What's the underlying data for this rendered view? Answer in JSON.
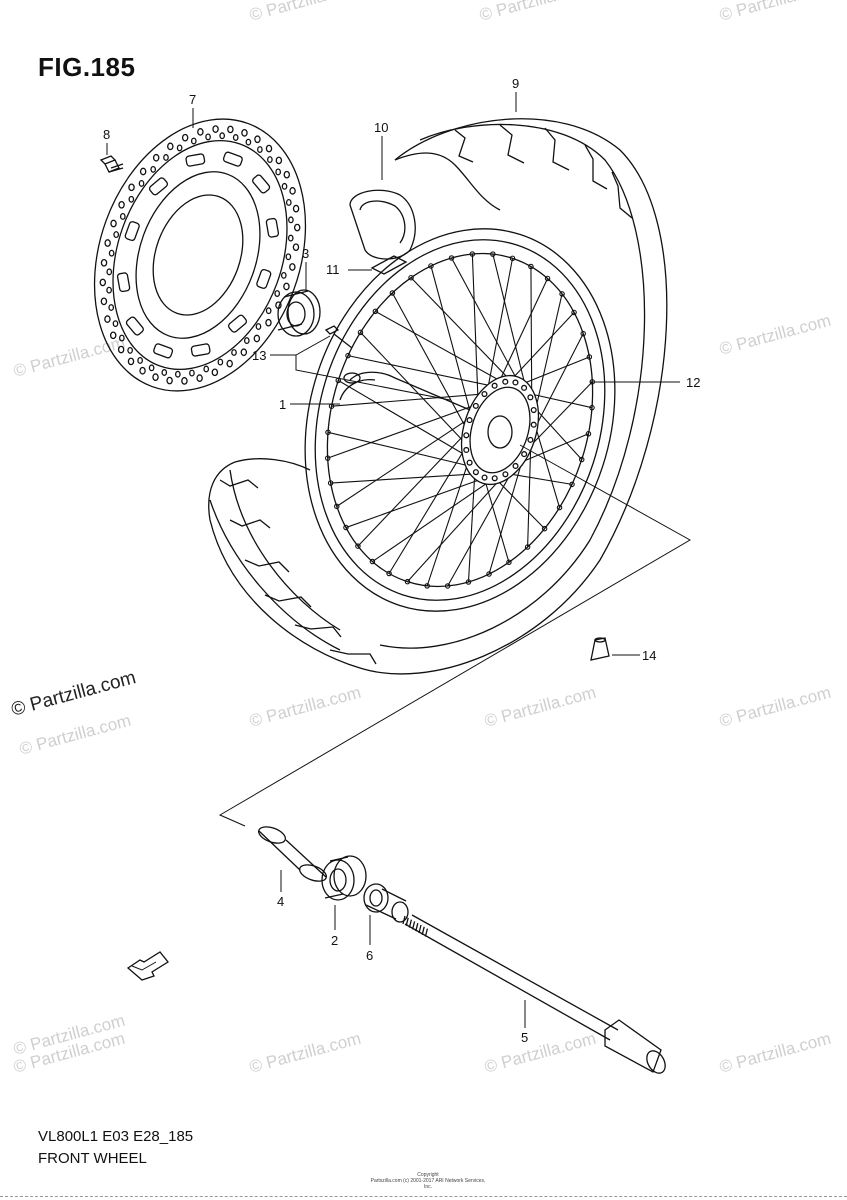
{
  "figure": {
    "title": "FIG.185",
    "model_code": "VL800L1 E03 E28_185",
    "name": "FRONT WHEEL"
  },
  "callouts": [
    "1",
    "2",
    "3",
    "4",
    "5",
    "6",
    "7",
    "8",
    "9",
    "10",
    "11",
    "12",
    "13",
    "14"
  ],
  "watermark": {
    "text": "© Partzilla.com",
    "color": "#cfcfcf",
    "main_color": "#222222"
  },
  "copyright": {
    "line1": "Copyright",
    "line2": "Partszilla.com (c) 2001-2017 ARI Network Services, Inc."
  }
}
